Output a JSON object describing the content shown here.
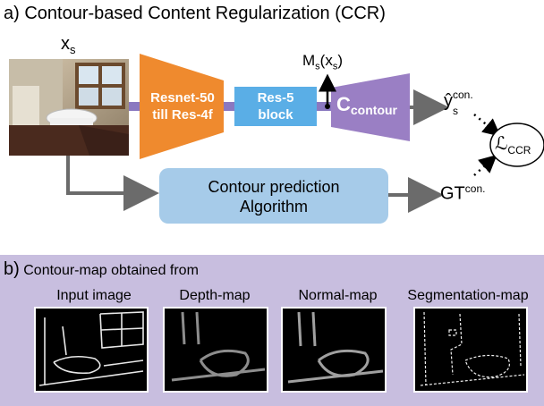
{
  "panel_a": {
    "title": "a) Contour-based Content Regularization (CCR)",
    "input_label": "x",
    "input_label_sub": "s",
    "encoder_line1": "Resnet-50",
    "encoder_line2": "till Res-4f",
    "block_line1": "Res-5",
    "block_line2": "block",
    "head_main": "C",
    "head_sub": "contour",
    "feature_label": "M",
    "feature_label_sub": "s",
    "feature_label_arg": "(x",
    "feature_label_arg_sub": "s",
    "feature_label_close": ")",
    "pred_label": "ŷ",
    "pred_label_sub": "s",
    "pred_label_sup": "con.",
    "loss_symbol": "ℒ",
    "loss_sub": "CCR",
    "algo_line1": "Contour prediction",
    "algo_line2": "Algorithm",
    "gt_label": "GT",
    "gt_sup": "con.",
    "colors": {
      "encoder": "#ef8a2e",
      "block": "#5aaee6",
      "head": "#9a7fc4",
      "algorithm": "#a6cbe9",
      "arrow": "#6b6b6b",
      "connector": "#8a78c0"
    }
  },
  "panel_b": {
    "title": "b)",
    "subtitle": "Contour-map obtained from",
    "items": [
      {
        "label": "Input image"
      },
      {
        "label": "Depth-map"
      },
      {
        "label": "Normal-map"
      },
      {
        "label": "Segmentation-map"
      }
    ],
    "background": "#c8bedf"
  }
}
